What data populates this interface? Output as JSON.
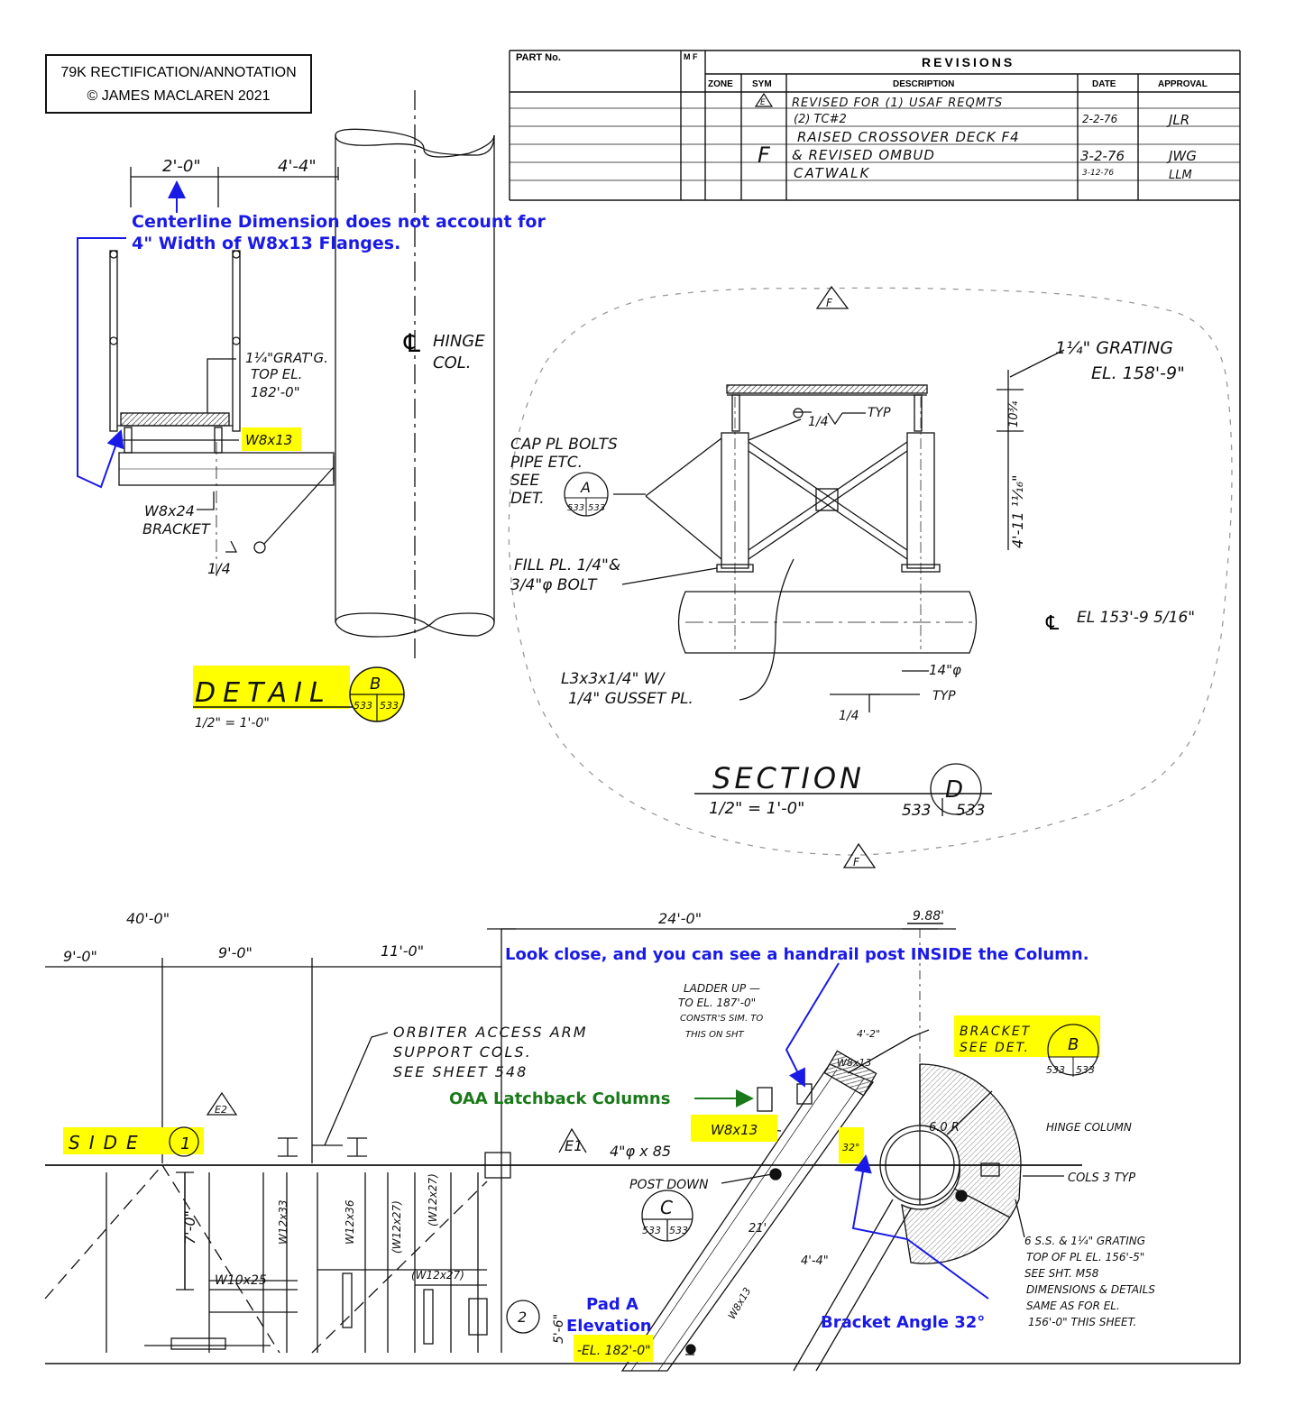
{
  "title_block": {
    "line1": "79K RECTIFICATION/ANNOTATION",
    "line2": "© JAMES MACLAREN 2021"
  },
  "revisions": {
    "part_no_label": "PART No.",
    "mf_label": "M F",
    "heading": "REVISIONS",
    "columns": [
      "ZONE",
      "SYM",
      "DESCRIPTION",
      "DATE",
      "APPROVAL"
    ],
    "sym_marker": "E",
    "zone_letter": "F",
    "descriptions": [
      "REVISED FOR (1) USAF REQMTS",
      "(2) TC#2",
      "RAISED CROSSOVER DECK F4",
      "& REVISED OMBUD",
      "CATWALK"
    ],
    "dates": [
      "2-2-76",
      "3-2-76",
      "3-12-76"
    ],
    "approvals": [
      "JLR",
      "JWG",
      "LLM"
    ]
  },
  "detail_b": {
    "dim_left": "2'-0\"",
    "dim_right": "4'-4\"",
    "grating_note": [
      "1¼\"GRAT'G.",
      "TOP EL.",
      "182'-0\""
    ],
    "w8x13_label": "W8x13",
    "w8x24_label": [
      "W8x24",
      "BRACKET"
    ],
    "weld_label": "1/4",
    "hinge_col_label": [
      "HINGE",
      "COL."
    ],
    "title": "DETAIL",
    "circle_letter": "B",
    "circle_sheets": [
      "533",
      "533"
    ],
    "scale": "1/2\" = 1'-0\""
  },
  "section_d": {
    "flag_letter": "F",
    "grating_note": [
      "1¼\" GRATING",
      "EL. 158'-9\""
    ],
    "dim_vert": "4'-11 ¹¹⁄₁₆\"",
    "dim_top": "10¾",
    "weld_typ": "TYP",
    "weld_size": "1/4",
    "cap_note": [
      "CAP PL BOLTS",
      "PIPE ETC.",
      "SEE",
      "DET."
    ],
    "cap_circle_letter": "A",
    "cap_circle_sheets": [
      "533",
      "533"
    ],
    "fill_note": [
      "FILL PL. 1/4\"&",
      "3/4\"φ BOLT"
    ],
    "cl_el": "EL 153'-9 5/16\"",
    "pipe_dia": "14\"φ",
    "angle_note": [
      "L3x3x1/4\" W/",
      "1/4\" GUSSET PL."
    ],
    "weld_bottom_typ": "TYP",
    "weld_bottom_size": "1/4",
    "title": "SECTION",
    "scale": "1/2\" = 1'-0\"",
    "sheet_left": "533",
    "sheet_right": "533",
    "circle_letter": "D"
  },
  "plan_view": {
    "dim_40": "40'-0\"",
    "dim_24": "24'-0\"",
    "dim_988": "9.88'",
    "dim_9a": "9'-0\"",
    "dim_9b": "9'-0\"",
    "dim_11": "11'-0\"",
    "oaa_note": [
      "ORBITER ACCESS ARM",
      "SUPPORT COLS.",
      "SEE SHEET 548"
    ],
    "ladder_note": [
      "LADDER UP —",
      "TO EL. 187'-0\"",
      "CONSTR'S SIM. TO",
      "THIS ON SHT"
    ],
    "flag_e2": "E2",
    "flag_e1": "E1",
    "side_label": "SIDE",
    "side_num": "1",
    "bolt_note": "4\"φ x 85",
    "post_down": "POST DOWN",
    "circle_c": "C",
    "circle_c_sheets": [
      "533",
      "533"
    ],
    "w8x13_tag": "W8x13",
    "bracket_note": [
      "BRACKET",
      "SEE DET."
    ],
    "bracket_circle": "B",
    "bracket_sheets": [
      "533",
      "533"
    ],
    "hinge_column": "HINGE COLUMN",
    "col_note": "COLS 3 TYP",
    "grating_note": [
      "6 S.S. & 1¼\" GRATING",
      "TOP OF PL EL. 156'-5\"",
      "SEE SHT. M58",
      "DIMENSIONS & DETAILS",
      "SAME AS FOR EL.",
      "156'-0\" THIS SHEET."
    ],
    "col_labels": [
      "W10x25",
      "W12x33",
      "W12x36",
      "(W12x27)",
      "(W12x27)",
      "(W12x27)"
    ],
    "dim_7": "7'-0\"",
    "circle_2": "2",
    "dim_56": "5'-6\"",
    "dim_21": "21'",
    "dim_44": "4'-4\"",
    "dim_42": "4'-2\"",
    "w8x13_diag": "W8x13",
    "el_tag": "-EL. 182'-0\"",
    "bracket_angle_text": "32°",
    "diag_w813": "W8x13",
    "arc_dim": "6.0 R"
  },
  "annotations": {
    "centerline": [
      "Centerline Dimension does not account for",
      "4\" Width of W8x13 Flanges."
    ],
    "handrail": "Look close, and you can see a handrail post INSIDE the Column.",
    "oaa": "OAA Latchback Columns",
    "pad_a": [
      "Pad A",
      "Elevation"
    ],
    "bracket_angle": "Bracket Angle 32°"
  },
  "colors": {
    "annotation_blue": "#1a1ae6",
    "annotation_green": "#1a7a1a",
    "highlight": "#ffff00",
    "ink": "#111111"
  }
}
